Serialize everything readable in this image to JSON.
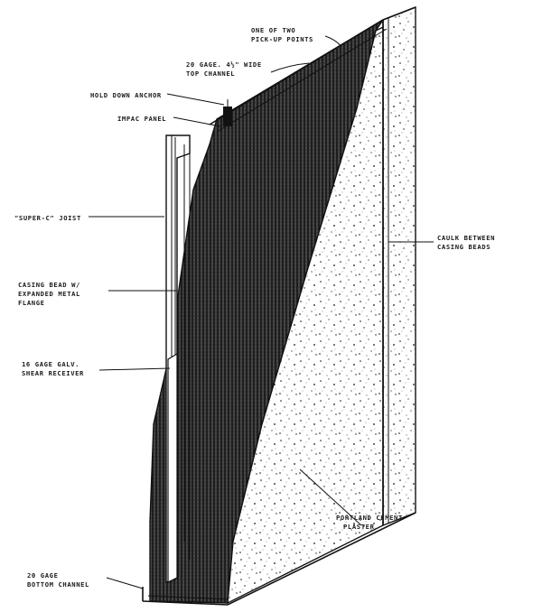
{
  "labels": {
    "pickup_points": [
      "ONE OF TWO",
      "PICK-UP POINTS"
    ],
    "top_channel": [
      "20 GAGE. 4½\" WIDE",
      "TOP CHANNEL"
    ],
    "hold_down_anchor": [
      "HOLD DOWN ANCHOR"
    ],
    "impac_panel": [
      "IMPAC PANEL"
    ],
    "super_c_joist": [
      "\"SUPER-C\" JOIST"
    ],
    "casing_bead": [
      "CASING BEAD W/",
      "EXPANDED METAL",
      "FLANGE"
    ],
    "shear_receiver": [
      "16 GAGE GALV.",
      "SHEAR RECEIVER"
    ],
    "caulk": [
      "CAULK BETWEEN",
      "CASING BEADS"
    ],
    "plaster": [
      "PORTLAND CEMENT",
      "PLASTER"
    ],
    "bottom_channel": [
      "20 GAGE",
      "BOTTOM CHANNEL"
    ]
  },
  "colors": {
    "ink": "#111111",
    "paper": "#ffffff"
  }
}
